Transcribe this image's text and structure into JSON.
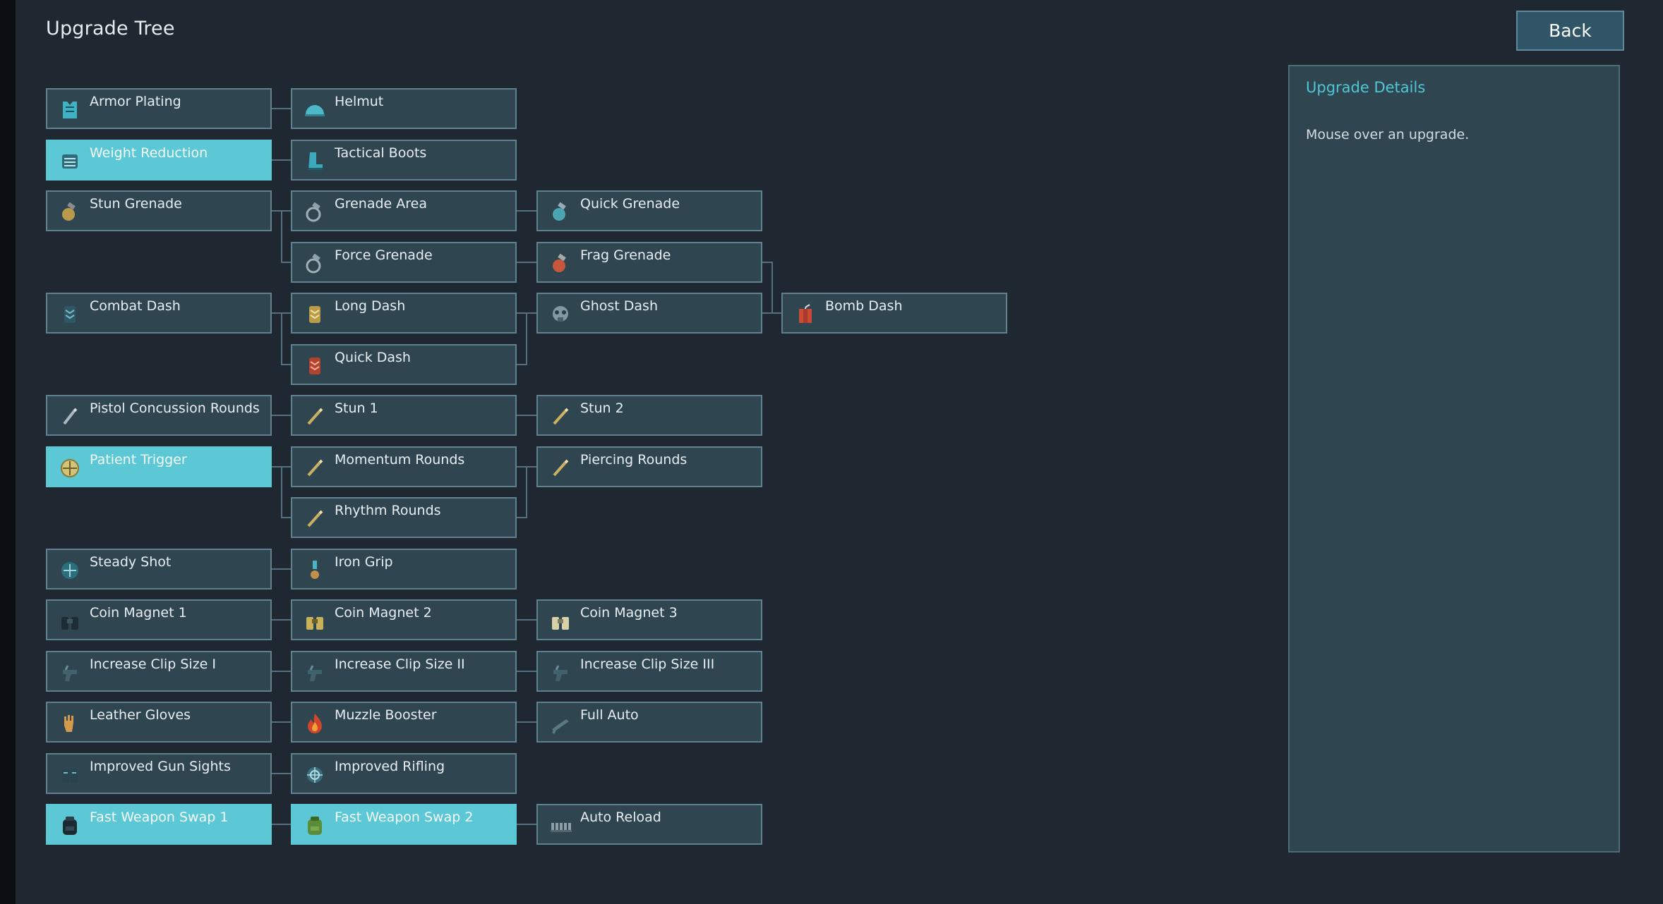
{
  "screen": {
    "title": "Upgrade Tree",
    "back_label": "Back"
  },
  "details": {
    "title": "Upgrade Details",
    "text": "Mouse over an upgrade."
  },
  "colors": {
    "background": "#1f2830",
    "node": "#2f4550",
    "node_border": "#60818f",
    "node_active": "#5cc8d6",
    "accent_text": "#4fc7d6"
  },
  "upgrades": [
    {
      "id": "armor-plating",
      "label": "Armor Plating",
      "icon": "armor-vest-icon",
      "tier": 1,
      "row": 1,
      "active": false
    },
    {
      "id": "helmut",
      "label": "Helmut",
      "icon": "helmet-icon",
      "tier": 2,
      "row": 1,
      "active": false
    },
    {
      "id": "weight-reduction",
      "label": "Weight Reduction",
      "icon": "light-armor-icon",
      "tier": 1,
      "row": 2,
      "active": true
    },
    {
      "id": "tactical-boots",
      "label": "Tactical Boots",
      "icon": "boot-icon",
      "tier": 2,
      "row": 2,
      "active": false
    },
    {
      "id": "stun-grenade",
      "label": "Stun Grenade",
      "icon": "stun-grenade-icon",
      "tier": 1,
      "row": 3,
      "active": false
    },
    {
      "id": "grenade-area",
      "label": "Grenade Area",
      "icon": "grenade-icon",
      "tier": 2,
      "row": 3,
      "active": false
    },
    {
      "id": "quick-grenade",
      "label": "Quick Grenade",
      "icon": "teal-grenade-icon",
      "tier": 3,
      "row": 3,
      "active": false
    },
    {
      "id": "force-grenade",
      "label": "Force Grenade",
      "icon": "grenade-icon",
      "tier": 2,
      "row": 4,
      "active": false
    },
    {
      "id": "frag-grenade",
      "label": "Frag Grenade",
      "icon": "frag-grenade-icon",
      "tier": 3,
      "row": 4,
      "active": false
    },
    {
      "id": "combat-dash",
      "label": "Combat Dash",
      "icon": "dash-canister-icon",
      "tier": 1,
      "row": 5,
      "active": false
    },
    {
      "id": "long-dash",
      "label": "Long Dash",
      "icon": "gold-canister-icon",
      "tier": 2,
      "row": 5,
      "active": false
    },
    {
      "id": "ghost-dash",
      "label": "Ghost Dash",
      "icon": "gas-mask-icon",
      "tier": 3,
      "row": 5,
      "active": false
    },
    {
      "id": "bomb-dash",
      "label": "Bomb Dash",
      "icon": "dynamite-icon",
      "tier": 4,
      "row": 5,
      "active": false
    },
    {
      "id": "quick-dash",
      "label": "Quick Dash",
      "icon": "red-canister-icon",
      "tier": 2,
      "row": 6,
      "active": false
    },
    {
      "id": "pistol-concussion-rounds",
      "label": "Pistol Concussion Rounds",
      "icon": "pistol-round-icon",
      "tier": 1,
      "row": 7,
      "active": false
    },
    {
      "id": "stun-1",
      "label": "Stun 1",
      "icon": "bullet-icon",
      "tier": 2,
      "row": 7,
      "active": false
    },
    {
      "id": "stun-2",
      "label": "Stun 2",
      "icon": "bullet-icon",
      "tier": 3,
      "row": 7,
      "active": false
    },
    {
      "id": "patient-trigger",
      "label": "Patient Trigger",
      "icon": "crosshair-icon",
      "tier": 1,
      "row": 8,
      "active": true
    },
    {
      "id": "momentum-rounds",
      "label": "Momentum Rounds",
      "icon": "bullet-icon",
      "tier": 2,
      "row": 8,
      "active": false
    },
    {
      "id": "piercing-rounds",
      "label": "Piercing Rounds",
      "icon": "bullet-icon",
      "tier": 3,
      "row": 8,
      "active": false
    },
    {
      "id": "rhythm-rounds",
      "label": "Rhythm Rounds",
      "icon": "bullet-icon",
      "tier": 2,
      "row": 9,
      "active": false
    },
    {
      "id": "steady-shot",
      "label": "Steady Shot",
      "icon": "scope-icon",
      "tier": 1,
      "row": 10,
      "active": false
    },
    {
      "id": "iron-grip",
      "label": "Iron Grip",
      "icon": "medal-icon",
      "tier": 2,
      "row": 10,
      "active": false
    },
    {
      "id": "coin-magnet-1",
      "label": "Coin Magnet 1",
      "icon": "binoculars-icon",
      "tier": 1,
      "row": 11,
      "active": false
    },
    {
      "id": "coin-magnet-2",
      "label": "Coin Magnet 2",
      "icon": "gold-binoculars-icon",
      "tier": 2,
      "row": 11,
      "active": false
    },
    {
      "id": "coin-magnet-3",
      "label": "Coin Magnet 3",
      "icon": "pale-binoculars-icon",
      "tier": 3,
      "row": 11,
      "active": false
    },
    {
      "id": "increase-clip-size-1",
      "label": "Increase Clip Size I",
      "icon": "pistol-icon",
      "tier": 1,
      "row": 12,
      "active": false
    },
    {
      "id": "increase-clip-size-2",
      "label": "Increase Clip Size II",
      "icon": "pistol-icon",
      "tier": 2,
      "row": 12,
      "active": false
    },
    {
      "id": "increase-clip-size-3",
      "label": "Increase Clip Size III",
      "icon": "pistol-icon",
      "tier": 3,
      "row": 12,
      "active": false
    },
    {
      "id": "leather-gloves",
      "label": "Leather Gloves",
      "icon": "glove-icon",
      "tier": 1,
      "row": 13,
      "active": false
    },
    {
      "id": "muzzle-booster",
      "label": "Muzzle Booster",
      "icon": "flame-icon",
      "tier": 2,
      "row": 13,
      "active": false
    },
    {
      "id": "full-auto",
      "label": "Full Auto",
      "icon": "rifle-icon",
      "tier": 3,
      "row": 13,
      "active": false
    },
    {
      "id": "improved-gun-sights",
      "label": "Improved Gun Sights",
      "icon": "sights-icon",
      "tier": 1,
      "row": 14,
      "active": false
    },
    {
      "id": "improved-rifling",
      "label": "Improved Rifling",
      "icon": "rifling-icon",
      "tier": 2,
      "row": 14,
      "active": false
    },
    {
      "id": "fast-weapon-swap-1",
      "label": "Fast Weapon Swap 1",
      "icon": "backpack-icon",
      "tier": 1,
      "row": 15,
      "active": true
    },
    {
      "id": "fast-weapon-swap-2",
      "label": "Fast Weapon Swap 2",
      "icon": "green-backpack-icon",
      "tier": 2,
      "row": 15,
      "active": true
    },
    {
      "id": "auto-reload",
      "label": "Auto Reload",
      "icon": "ammo-belt-icon",
      "tier": 3,
      "row": 15,
      "active": false
    }
  ],
  "connections": [
    [
      "armor-plating",
      "helmut"
    ],
    [
      "weight-reduction",
      "tactical-boots"
    ],
    [
      "stun-grenade",
      "grenade-area"
    ],
    [
      "stun-grenade",
      "force-grenade"
    ],
    [
      "grenade-area",
      "quick-grenade"
    ],
    [
      "force-grenade",
      "frag-grenade"
    ],
    [
      "frag-grenade",
      "bomb-dash"
    ],
    [
      "combat-dash",
      "long-dash"
    ],
    [
      "combat-dash",
      "quick-dash"
    ],
    [
      "long-dash",
      "ghost-dash"
    ],
    [
      "quick-dash",
      "ghost-dash"
    ],
    [
      "ghost-dash",
      "bomb-dash"
    ],
    [
      "pistol-concussion-rounds",
      "stun-1"
    ],
    [
      "stun-1",
      "stun-2"
    ],
    [
      "patient-trigger",
      "momentum-rounds"
    ],
    [
      "patient-trigger",
      "rhythm-rounds"
    ],
    [
      "momentum-rounds",
      "piercing-rounds"
    ],
    [
      "rhythm-rounds",
      "piercing-rounds"
    ],
    [
      "steady-shot",
      "iron-grip"
    ],
    [
      "coin-magnet-1",
      "coin-magnet-2"
    ],
    [
      "coin-magnet-2",
      "coin-magnet-3"
    ],
    [
      "increase-clip-size-1",
      "increase-clip-size-2"
    ],
    [
      "increase-clip-size-2",
      "increase-clip-size-3"
    ],
    [
      "leather-gloves",
      "muzzle-booster"
    ],
    [
      "muzzle-booster",
      "full-auto"
    ],
    [
      "improved-gun-sights",
      "improved-rifling"
    ],
    [
      "fast-weapon-swap-1",
      "fast-weapon-swap-2"
    ],
    [
      "fast-weapon-swap-2",
      "auto-reload"
    ]
  ]
}
